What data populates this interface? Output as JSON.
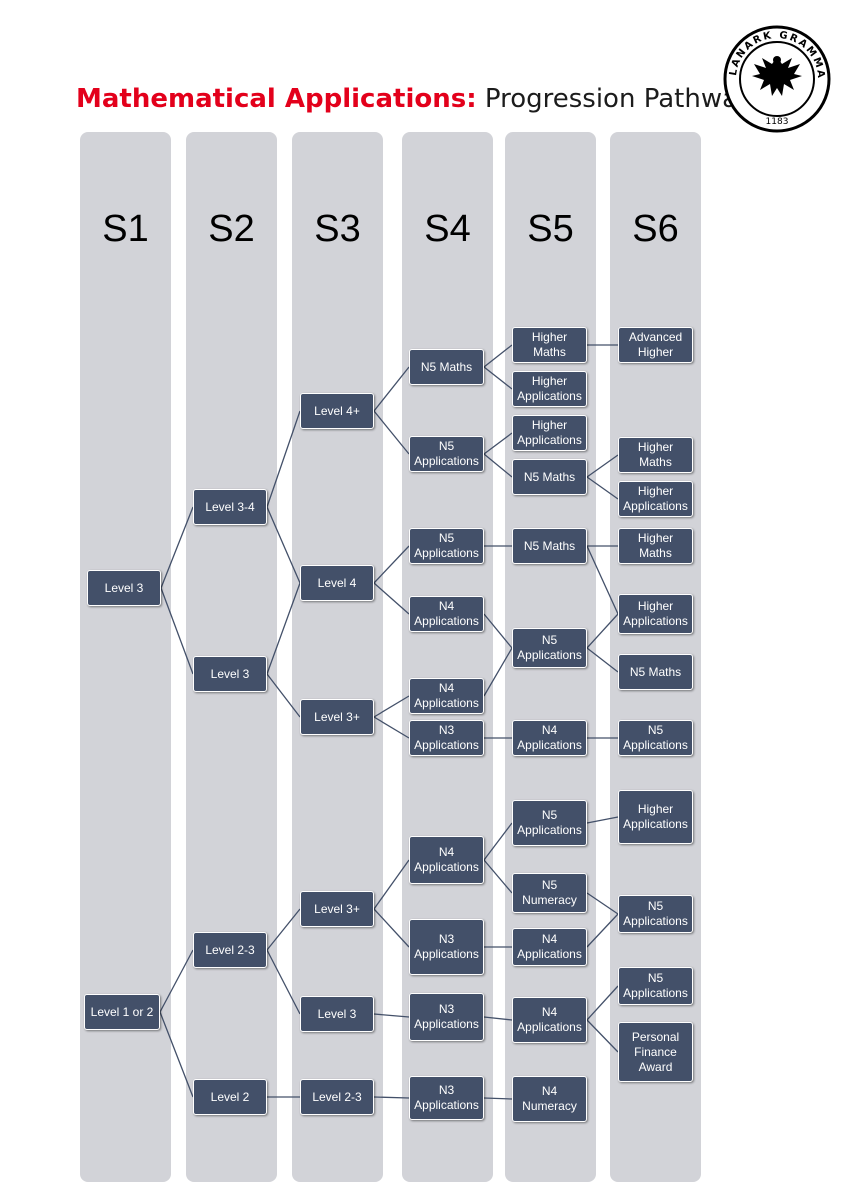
{
  "title": {
    "accent": "Mathematical Applications:",
    "rest": " Progression Pathways"
  },
  "logo": {
    "text_top": "LANARK GRAMMAR SCHOOL",
    "year": "1183"
  },
  "colors": {
    "accent": "#e3001b",
    "node": "#435069",
    "column": "#d2d3d8",
    "line": "#435069"
  },
  "columns": [
    "S1",
    "S2",
    "S3",
    "S4",
    "S5",
    "S6"
  ],
  "nodes": [
    {
      "id": "s1-l3",
      "col": 0,
      "text": "Level 3"
    },
    {
      "id": "s1-l12",
      "col": 0,
      "text": "Level 1 or 2"
    },
    {
      "id": "s2-l34",
      "col": 1,
      "text": "Level 3-4"
    },
    {
      "id": "s2-l3",
      "col": 1,
      "text": "Level 3"
    },
    {
      "id": "s2-l23",
      "col": 1,
      "text": "Level 2-3"
    },
    {
      "id": "s2-l2",
      "col": 1,
      "text": "Level 2"
    },
    {
      "id": "s3-l4p",
      "col": 2,
      "text": "Level 4+"
    },
    {
      "id": "s3-l4",
      "col": 2,
      "text": "Level 4"
    },
    {
      "id": "s3-l3p",
      "col": 2,
      "text": "Level 3+"
    },
    {
      "id": "s3-l3p-b",
      "col": 2,
      "text": "Level 3+"
    },
    {
      "id": "s3-l3",
      "col": 2,
      "text": "Level 3"
    },
    {
      "id": "s3-l23",
      "col": 2,
      "text": "Level 2-3"
    },
    {
      "id": "s4-n5m",
      "col": 3,
      "text": "N5 Maths"
    },
    {
      "id": "s4-n5a1",
      "col": 3,
      "text": "N5\nApplications"
    },
    {
      "id": "s4-n5a2",
      "col": 3,
      "text": "N5\nApplications"
    },
    {
      "id": "s4-n4a1",
      "col": 3,
      "text": "N4\nApplications"
    },
    {
      "id": "s4-n4a2",
      "col": 3,
      "text": "N4\nApplications"
    },
    {
      "id": "s4-n3a1",
      "col": 3,
      "text": "N3\nApplications"
    },
    {
      "id": "s4-n4a3",
      "col": 3,
      "text": "N4\nApplications"
    },
    {
      "id": "s4-n3a2",
      "col": 3,
      "text": "N3\nApplications"
    },
    {
      "id": "s4-n3a3",
      "col": 3,
      "text": "N3\nApplications"
    },
    {
      "id": "s4-n3a4",
      "col": 3,
      "text": "N3\nApplications"
    },
    {
      "id": "s5-hm",
      "col": 4,
      "text": "Higher\nMaths"
    },
    {
      "id": "s5-ha1",
      "col": 4,
      "text": "Higher\nApplications"
    },
    {
      "id": "s5-ha2",
      "col": 4,
      "text": "Higher\nApplications"
    },
    {
      "id": "s5-n5m1",
      "col": 4,
      "text": "N5 Maths"
    },
    {
      "id": "s5-n5m2",
      "col": 4,
      "text": "N5 Maths"
    },
    {
      "id": "s5-n5a1",
      "col": 4,
      "text": "N5\nApplications"
    },
    {
      "id": "s5-n4a1",
      "col": 4,
      "text": "N4\nApplications"
    },
    {
      "id": "s5-n5a2",
      "col": 4,
      "text": "N5\nApplications"
    },
    {
      "id": "s5-n5num",
      "col": 4,
      "text": "N5\nNumeracy"
    },
    {
      "id": "s5-n4a2",
      "col": 4,
      "text": "N4\nApplications"
    },
    {
      "id": "s5-n4a3",
      "col": 4,
      "text": "N4\nApplications"
    },
    {
      "id": "s5-n4num",
      "col": 4,
      "text": "N4\nNumeracy"
    },
    {
      "id": "s6-ah",
      "col": 5,
      "text": "Advanced\nHigher"
    },
    {
      "id": "s6-hm1",
      "col": 5,
      "text": "Higher\nMaths"
    },
    {
      "id": "s6-ha1",
      "col": 5,
      "text": "Higher\nApplications"
    },
    {
      "id": "s6-hm2",
      "col": 5,
      "text": "Higher\nMaths"
    },
    {
      "id": "s6-ha2",
      "col": 5,
      "text": "Higher\nApplications"
    },
    {
      "id": "s6-n5m",
      "col": 5,
      "text": "N5 Maths"
    },
    {
      "id": "s6-n5a1",
      "col": 5,
      "text": "N5\nApplications"
    },
    {
      "id": "s6-ha3",
      "col": 5,
      "text": "Higher\nApplications"
    },
    {
      "id": "s6-n5a2",
      "col": 5,
      "text": "N5\nApplications"
    },
    {
      "id": "s6-n5a3",
      "col": 5,
      "text": "N5\nApplications"
    },
    {
      "id": "s6-pfa",
      "col": 5,
      "text": "Personal\nFinance\nAward"
    }
  ],
  "links": [
    [
      "s1-l3",
      "s2-l34"
    ],
    [
      "s1-l3",
      "s2-l3"
    ],
    [
      "s2-l34",
      "s3-l4p"
    ],
    [
      "s2-l34",
      "s3-l4"
    ],
    [
      "s2-l3",
      "s3-l4"
    ],
    [
      "s2-l3",
      "s3-l3p"
    ],
    [
      "s3-l4p",
      "s4-n5m"
    ],
    [
      "s3-l4p",
      "s4-n5a1"
    ],
    [
      "s3-l4",
      "s4-n5a2"
    ],
    [
      "s3-l4",
      "s4-n4a1"
    ],
    [
      "s3-l3p",
      "s4-n4a2"
    ],
    [
      "s3-l3p",
      "s4-n3a1"
    ],
    [
      "s4-n5m",
      "s5-hm"
    ],
    [
      "s4-n5m",
      "s5-ha1"
    ],
    [
      "s4-n5a1",
      "s5-ha2"
    ],
    [
      "s4-n5a1",
      "s5-n5m1"
    ],
    [
      "s4-n5a2",
      "s5-n5m2"
    ],
    [
      "s4-n4a1",
      "s5-n5a1"
    ],
    [
      "s4-n4a2",
      "s5-n5a1"
    ],
    [
      "s4-n3a1",
      "s5-n4a1"
    ],
    [
      "s5-hm",
      "s6-ah"
    ],
    [
      "s5-n5m1",
      "s6-hm1"
    ],
    [
      "s5-n5m1",
      "s6-ha1"
    ],
    [
      "s5-n5m2",
      "s6-hm2"
    ],
    [
      "s5-n5m2",
      "s6-ha2"
    ],
    [
      "s5-n5a1",
      "s6-ha2"
    ],
    [
      "s5-n5a1",
      "s6-n5m"
    ],
    [
      "s5-n4a1",
      "s6-n5a1"
    ],
    [
      "s1-l12",
      "s2-l23"
    ],
    [
      "s1-l12",
      "s2-l2"
    ],
    [
      "s2-l23",
      "s3-l3p-b"
    ],
    [
      "s2-l23",
      "s3-l3"
    ],
    [
      "s2-l2",
      "s3-l23"
    ],
    [
      "s3-l3p-b",
      "s4-n4a3"
    ],
    [
      "s3-l3p-b",
      "s4-n3a2"
    ],
    [
      "s3-l3",
      "s4-n3a3"
    ],
    [
      "s3-l23",
      "s4-n3a4"
    ],
    [
      "s4-n4a3",
      "s5-n5a2"
    ],
    [
      "s4-n4a3",
      "s5-n5num"
    ],
    [
      "s4-n3a2",
      "s5-n4a2"
    ],
    [
      "s4-n3a3",
      "s5-n4a3"
    ],
    [
      "s4-n3a4",
      "s5-n4num"
    ],
    [
      "s5-n5a2",
      "s6-ha3"
    ],
    [
      "s5-n5num",
      "s6-n5a2"
    ],
    [
      "s5-n4a2",
      "s6-n5a2"
    ],
    [
      "s5-n4a3",
      "s6-n5a3"
    ],
    [
      "s5-n4a3",
      "s6-pfa"
    ]
  ]
}
